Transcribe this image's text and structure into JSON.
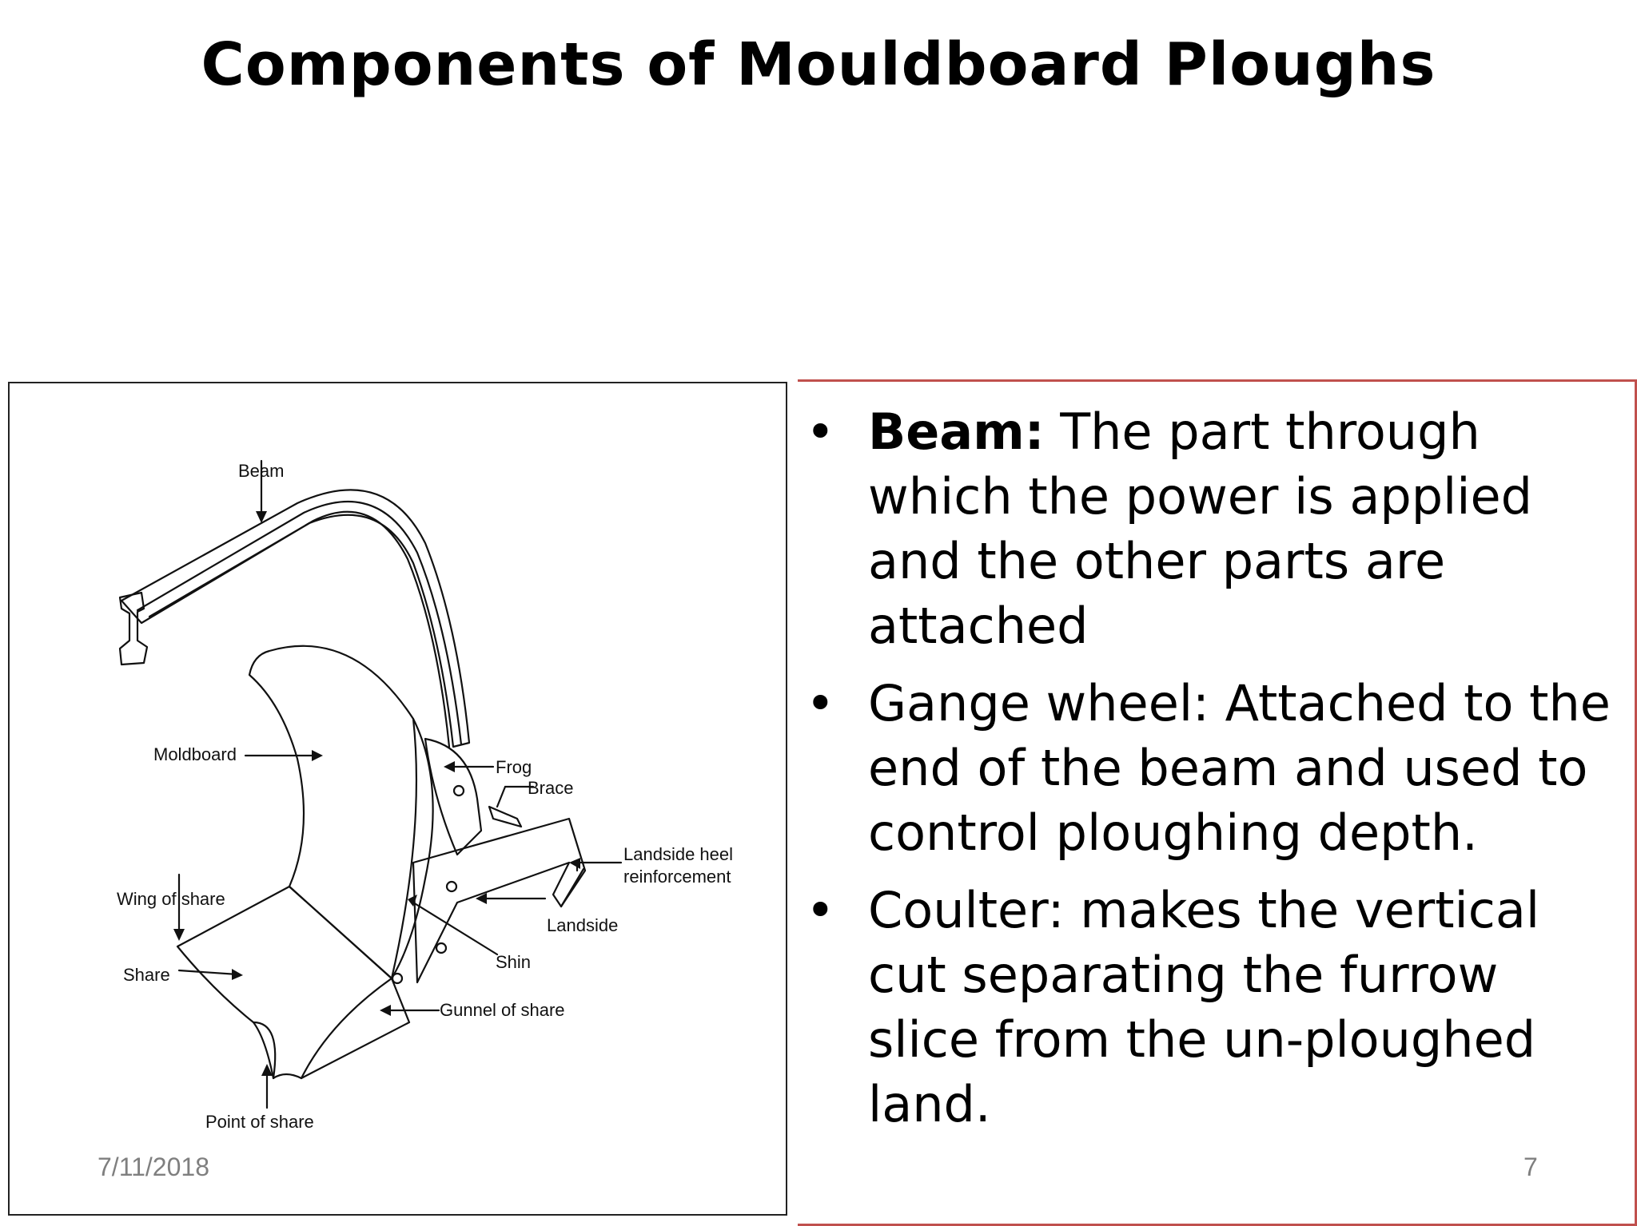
{
  "slide": {
    "title": "Components of Mouldboard Ploughs",
    "date": "7/11/2018",
    "page_number": "7"
  },
  "diagram": {
    "labels": {
      "beam": "Beam",
      "moldboard": "Moldboard",
      "frog": "Frog",
      "brace": "Brace",
      "landside_heel": "Landside heel",
      "reinforcement": "reinforcement",
      "wing_of_share": "Wing of share",
      "landside": "Landside",
      "share": "Share",
      "shin": "Shin",
      "gunnel_of_share": "Gunnel of share",
      "point_of_share": "Point of share"
    }
  },
  "bullets": [
    {
      "term": "Beam:",
      "text": " The part through which the power is applied and the other parts are attached",
      "bullet": "•"
    },
    {
      "term": "",
      "text": "Gange wheel: Attached to the end of the beam and used to control ploughing depth.",
      "bullet": "•"
    },
    {
      "term": "",
      "text": "Coulter: makes the vertical cut separating the furrow slice from the un-ploughed land.",
      "bullet": "•"
    }
  ]
}
